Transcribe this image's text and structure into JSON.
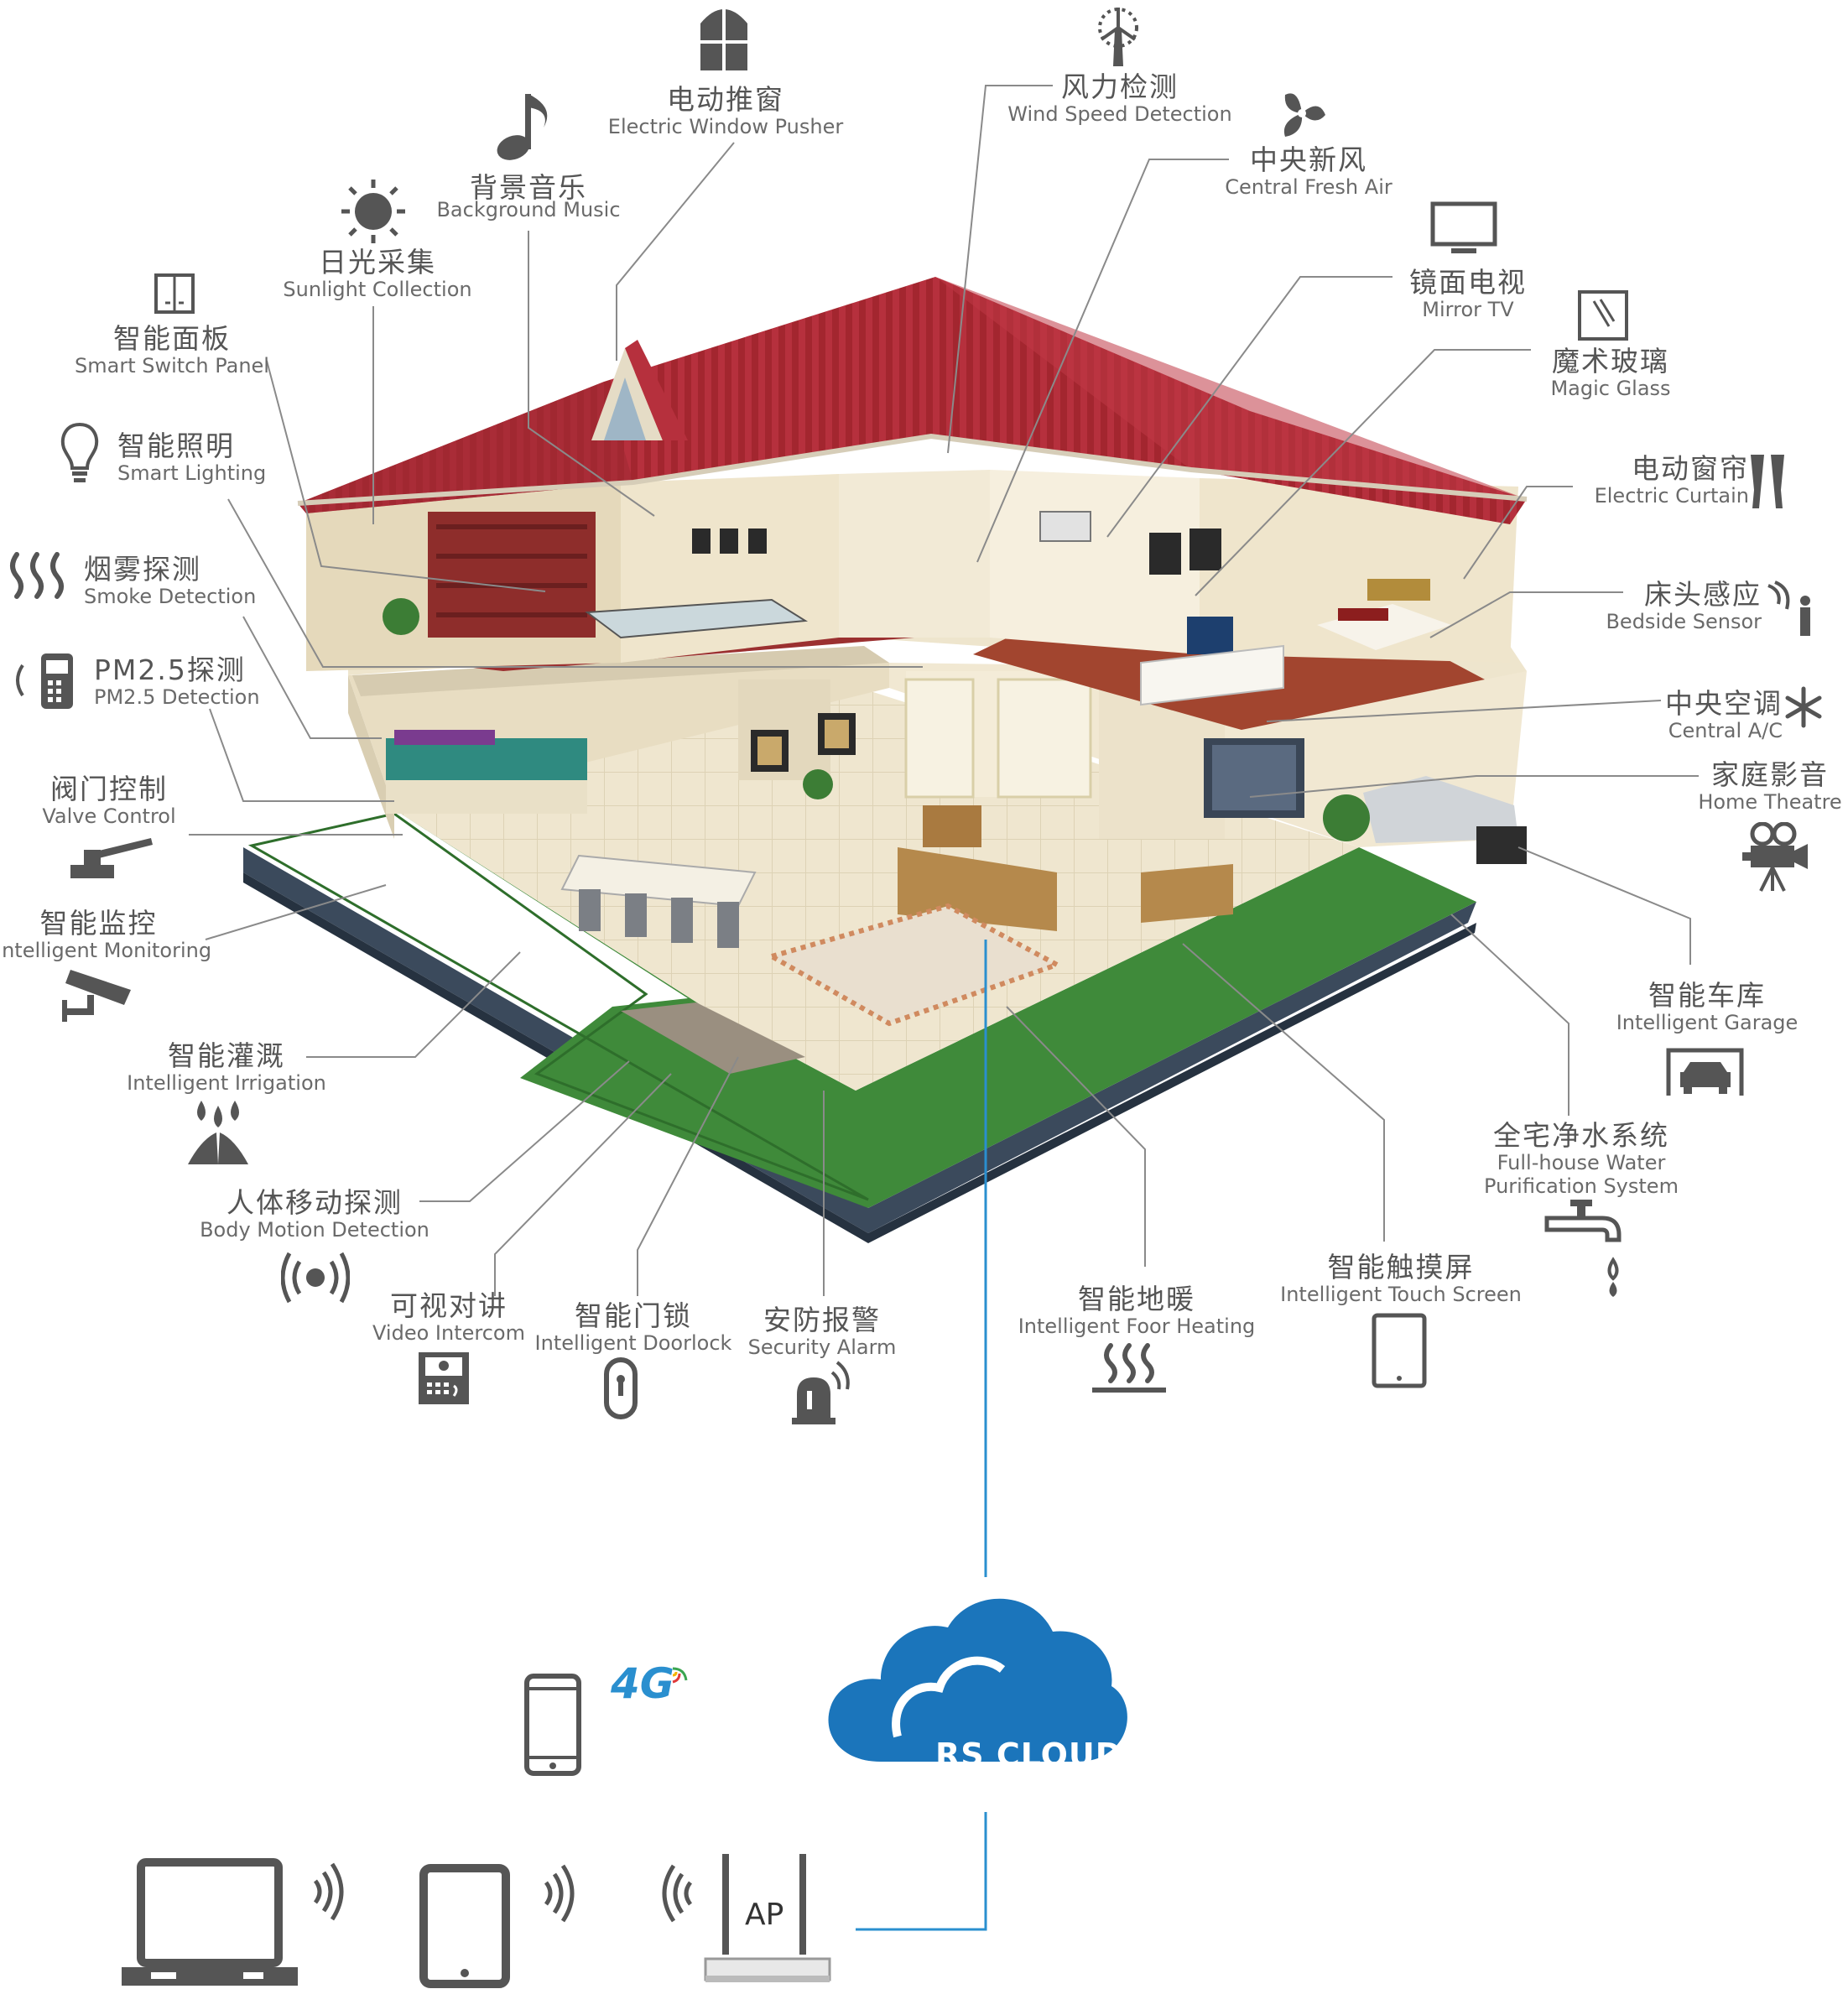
{
  "cloud": {
    "label": "RS CLOUD",
    "color": "#1b75bb"
  },
  "network": {
    "ap_label": "AP",
    "badge_4g": "4G"
  },
  "colors": {
    "line": "#8a8a8a",
    "cloud_line": "#2a8fcf",
    "icon": "#555555",
    "roof": "#b9313e",
    "grass": "#3f8a3a"
  },
  "labels": {
    "window_pusher": {
      "zh": "电动推窗",
      "en": "Electric Window Pusher"
    },
    "wind_speed": {
      "zh": "风力检测",
      "en": "Wind Speed Detection"
    },
    "fresh_air": {
      "zh": "中央新风",
      "en": "Central Fresh Air"
    },
    "bg_music": {
      "zh": "背景音乐",
      "en": "Background Music"
    },
    "sunlight": {
      "zh": "日光采集",
      "en": "Sunlight Collection"
    },
    "switch_panel": {
      "zh": "智能面板",
      "en": "Smart Switch Panel"
    },
    "mirror_tv": {
      "zh": "镜面电视",
      "en": "Mirror TV"
    },
    "magic_glass": {
      "zh": "魔术玻璃",
      "en": "Magic Glass"
    },
    "lighting": {
      "zh": "智能照明",
      "en": "Smart Lighting"
    },
    "curtain": {
      "zh": "电动窗帘",
      "en": "Electric Curtain"
    },
    "smoke": {
      "zh": "烟雾探测",
      "en": "Smoke Detection"
    },
    "bedside": {
      "zh": "床头感应",
      "en": "Bedside Sensor"
    },
    "pm25": {
      "zh": "PM2.5探测",
      "en": "PM2.5 Detection"
    },
    "ac": {
      "zh": "中央空调",
      "en": "Central A/C"
    },
    "valve": {
      "zh": "阀门控制",
      "en": "Valve Control"
    },
    "theatre": {
      "zh": "家庭影音",
      "en": "Home Theatre"
    },
    "monitoring": {
      "zh": "智能监控",
      "en": "Intelligent Monitoring"
    },
    "garage": {
      "zh": "智能车库",
      "en": "Intelligent Garage"
    },
    "irrigation": {
      "zh": "智能灌溉",
      "en": "Intelligent Irrigation"
    },
    "water": {
      "zh": "全宅净水系统",
      "en1": "Full-house Water",
      "en2": "Purification System"
    },
    "motion": {
      "zh": "人体移动探测",
      "en": "Body Motion Detection"
    },
    "touch": {
      "zh": "智能触摸屏",
      "en": "Intelligent Touch Screen"
    },
    "intercom": {
      "zh": "可视对讲",
      "en": "Video Intercom"
    },
    "doorlock": {
      "zh": "智能门锁",
      "en": "Intelligent Doorlock"
    },
    "alarm": {
      "zh": "安防报警",
      "en": "Security Alarm"
    },
    "floor_heat": {
      "zh": "智能地暖",
      "en": "Intelligent Foor Heating"
    }
  }
}
